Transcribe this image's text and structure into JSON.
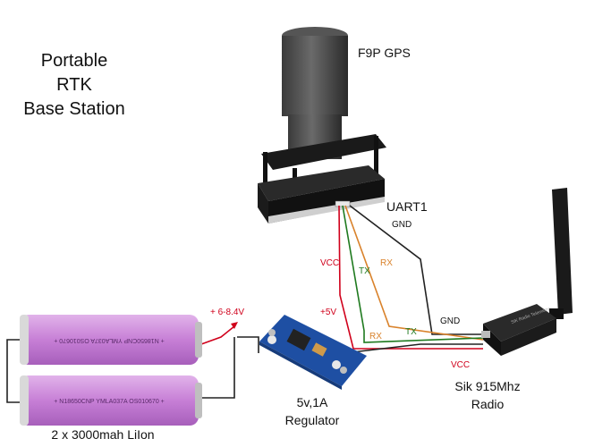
{
  "title": {
    "line1": "Portable",
    "line2": "RTK",
    "line3": "Base Station"
  },
  "gps": {
    "label": "F9P GPS",
    "port_label": "UART1"
  },
  "wires": {
    "gps_gnd": "GND",
    "vcc": "VCC",
    "tx": "TX",
    "rx": "RX",
    "radio_rx": "RX",
    "radio_tx": "TX",
    "radio_gnd": "GND",
    "radio_vcc": "VCC",
    "plus5v": "+5V",
    "battery_voltage": "+ 6-8.4V"
  },
  "regulator": {
    "line1": "5v,1A",
    "line2": "Regulator"
  },
  "radio": {
    "line1": "Sik 915Mhz",
    "line2": "Radio"
  },
  "battery": {
    "label": "2 x 3000mah LiIon",
    "cell_text": "+ N18650CNP   YMLA037A  OS010670 +"
  },
  "colors": {
    "red": "#d0001b",
    "green": "#1f7a1f",
    "orange": "#d9822b",
    "black": "#222222",
    "battery": "#c77fd6"
  }
}
